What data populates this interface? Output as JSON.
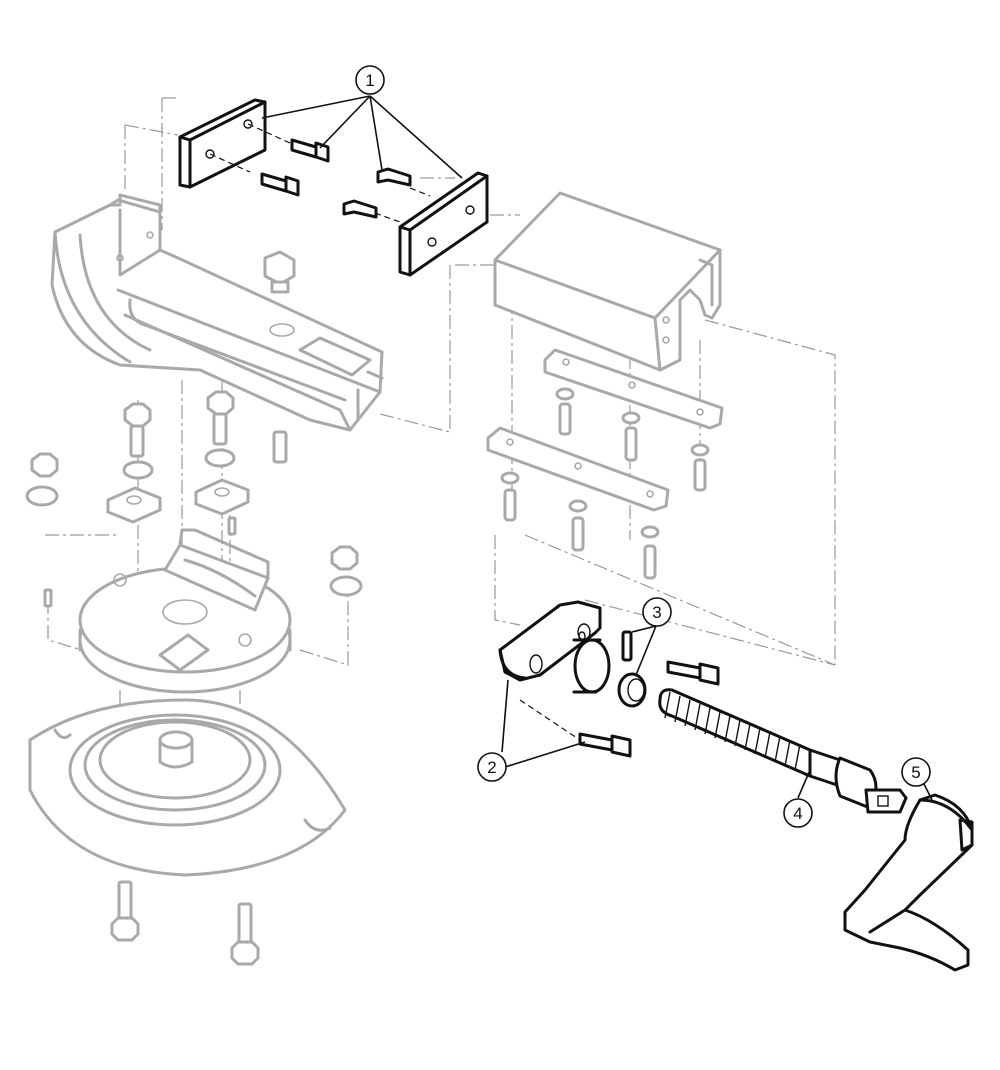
{
  "callouts": [
    {
      "id": "callout-1",
      "label": "1"
    },
    {
      "id": "callout-2",
      "label": "2"
    },
    {
      "id": "callout-3",
      "label": "3"
    },
    {
      "id": "callout-4",
      "label": "4"
    },
    {
      "id": "callout-5",
      "label": "5"
    }
  ],
  "colors": {
    "highlight_parts": "#111111",
    "context_parts": "#a9a9a9",
    "background": "#ffffff"
  }
}
